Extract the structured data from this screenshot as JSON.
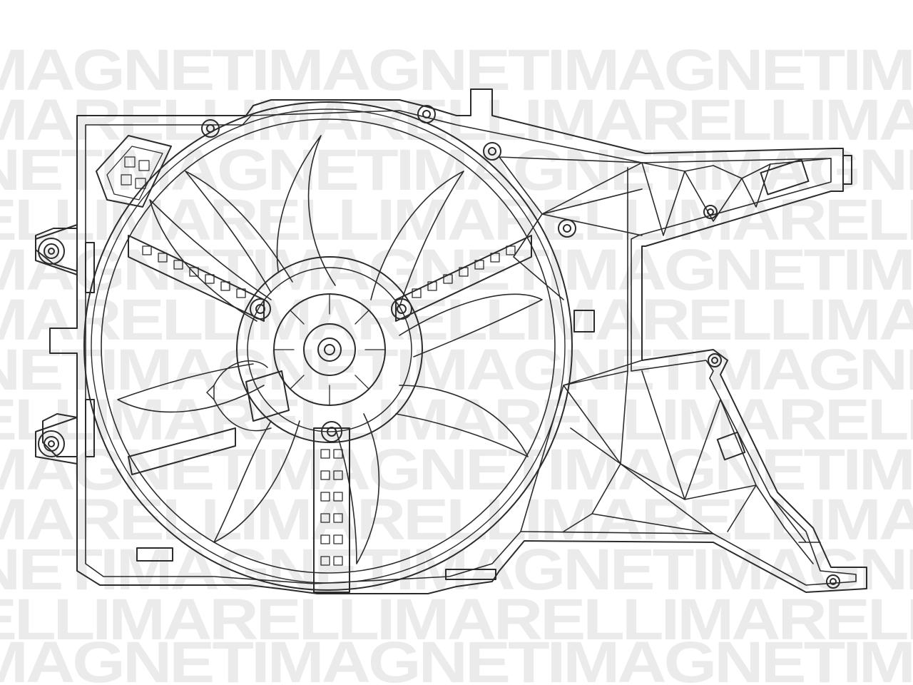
{
  "watermark": {
    "row_1": "MAGNETIMAGNETIMAGNETIMAGNETIMAGNETI",
    "row_2": "MARELLIMARELLIMARELLIMARELLIMARELLI",
    "row_3": "NETIMAGNETIMAGNETIMAGNETIMAGNETIMAG",
    "row_4": "ELLIMARELLIMARELLIMARELLIMARELLIMAR",
    "row_5": "MAGNETIMAGNETIMAGNETIMAGNETIMAGNETI",
    "row_6": "MARELLIMARELLIMARELLIMARELLIMARELLI",
    "row_7": "NETIMAGNETIMAGNETIMAGNETIMAGNETIMAG",
    "row_8": "ELLIMARELLIMARELLIMARELLIMARELLIMAR",
    "row_9": "MAGNETIMAGNETIMAGNETIMAGNETIMAGNETI",
    "row_10": "MARELLIMARELLIMARELLIMARELLIMARELLI",
    "row_11": "NETIMAGNETIMAGNETIMAGNETIMAGNETIMAG",
    "row_12": "ELLIMARELLIMARELLIMARELLIMARELLIMAR",
    "row_13": "MAGNETIMAGNETIMAGNETIMAGNETIMAGNETI"
  },
  "colors": {
    "line": "#2b2b2b",
    "watermark": "#ebebeb",
    "background": "#ffffff"
  }
}
